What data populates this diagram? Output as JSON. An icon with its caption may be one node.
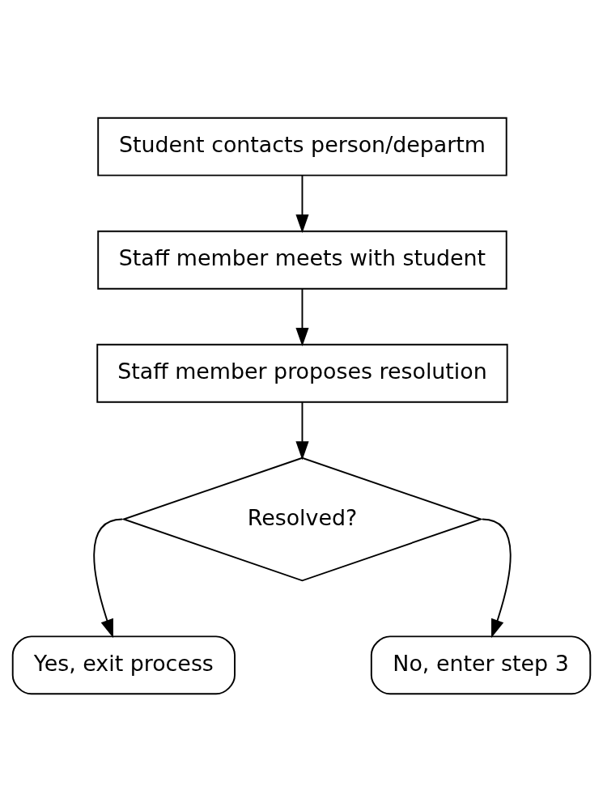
{
  "diagram": {
    "nodes": [
      {
        "text": [
          "Student contacts person/departm"
        ]
      },
      {
        "text": [
          "Staff member meets with student"
        ]
      },
      {
        "text": [
          "Staff member proposes resolution"
        ]
      },
      {
        "text": [
          "Resolved?"
        ]
      },
      {
        "text": [
          "Yes, exit process"
        ]
      },
      {
        "text": [
          "No, enter step 3"
        ]
      }
    ],
    "edges": [
      {
        "from": 0,
        "to": 1,
        "arrow": "to"
      },
      {
        "from": 1,
        "to": 2,
        "arrow": "to"
      },
      {
        "from": 2,
        "to": 3,
        "arrow": "to"
      },
      {
        "from": 3,
        "to": 4,
        "arrow": "to"
      },
      {
        "from": 3,
        "to": 5,
        "arrow": "to"
      }
    ]
  }
}
